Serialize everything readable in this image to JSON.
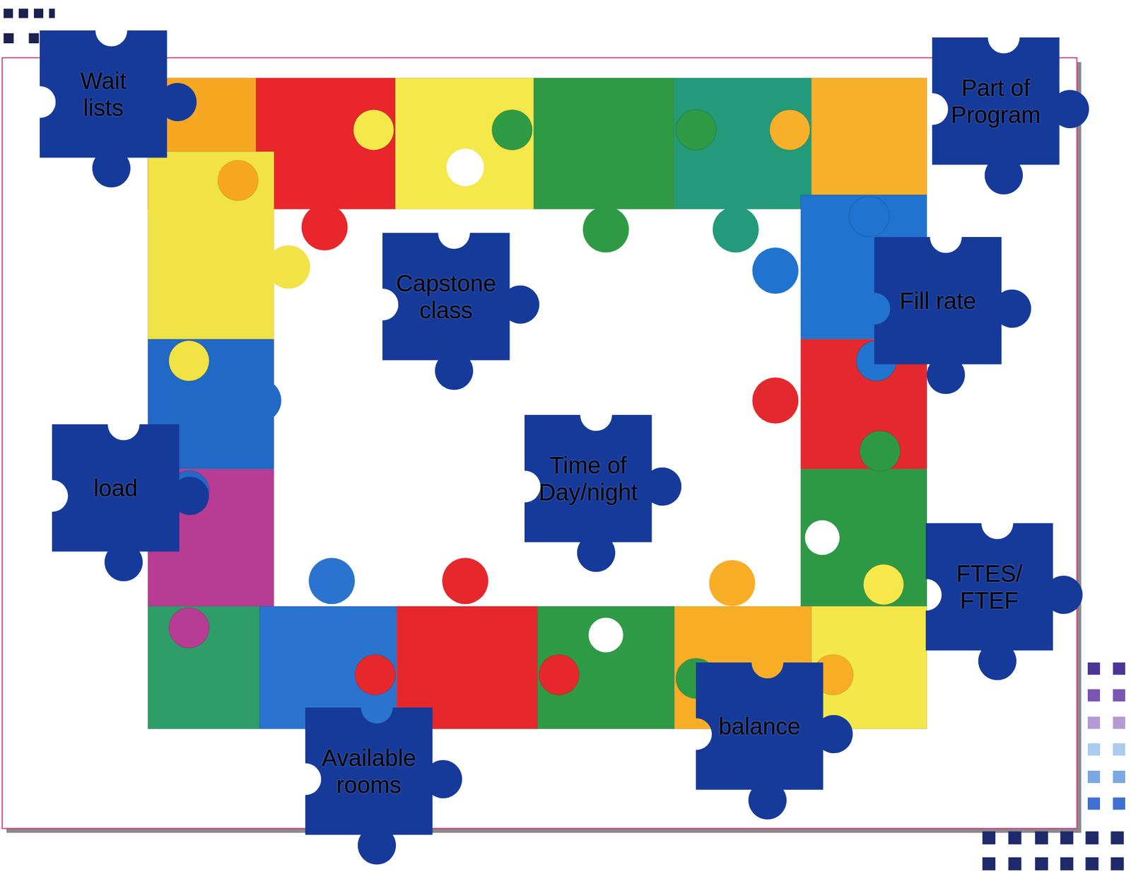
{
  "diagram": {
    "nodes": [
      {
        "text": [
          "Wait lists"
        ]
      },
      {
        "text": [
          "Part of Program"
        ]
      },
      {
        "text": [
          "Capstone class"
        ]
      },
      {
        "text": [
          "Fill rate"
        ]
      },
      {
        "text": [
          "load"
        ]
      },
      {
        "text": [
          "Time of Day/night"
        ]
      },
      {
        "text": [
          "FTES/ FTEF"
        ]
      },
      {
        "text": [
          "balance"
        ]
      },
      {
        "text": [
          "Available rooms"
        ]
      }
    ]
  }
}
